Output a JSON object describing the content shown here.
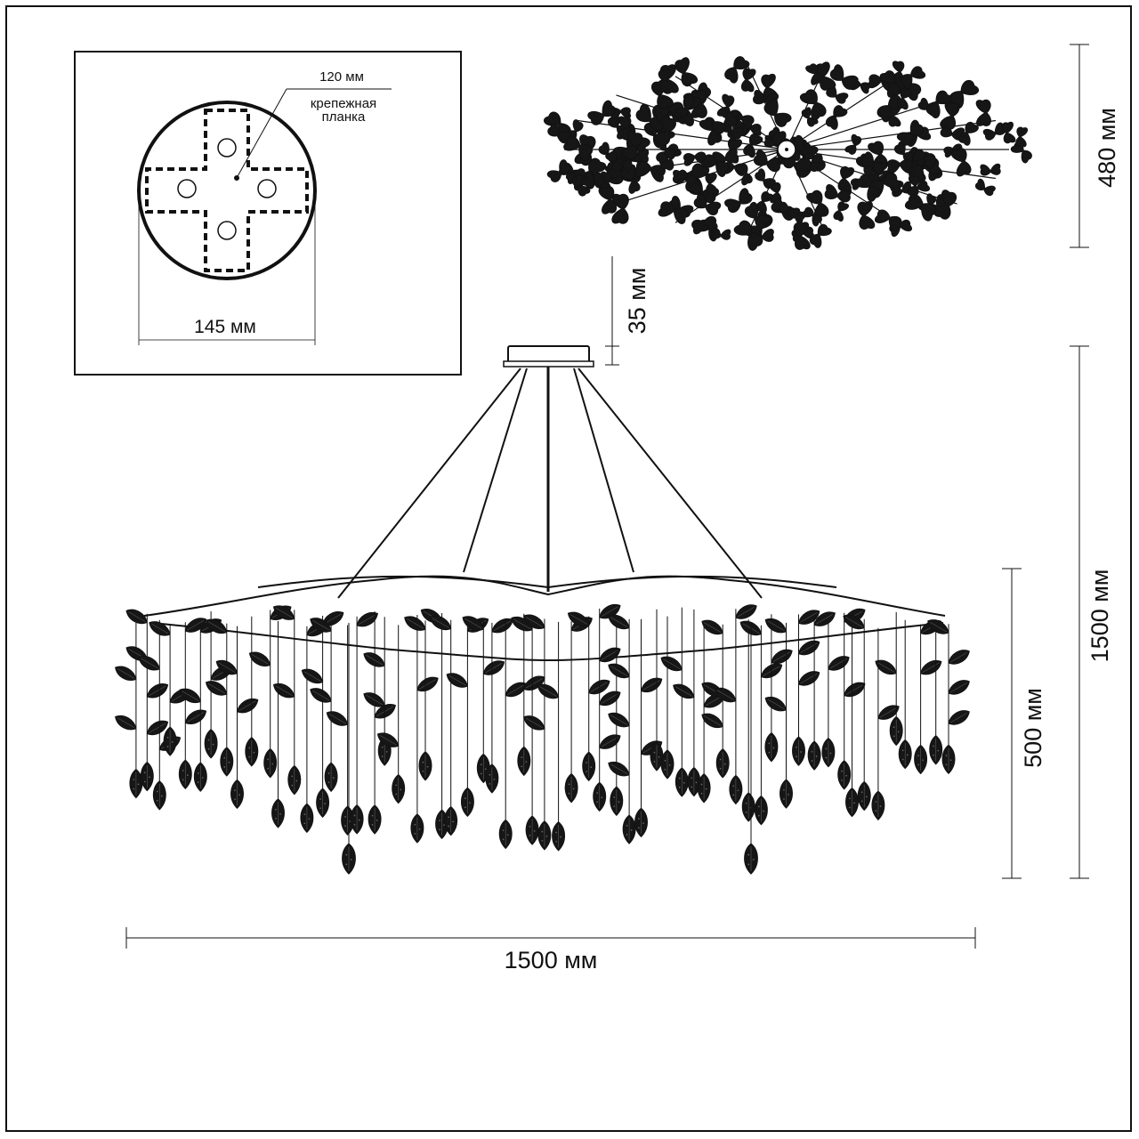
{
  "inset": {
    "plate_width_label": "145 мм",
    "bracket_label": "120 мм",
    "bracket_caption_line1": "крепежная",
    "bracket_caption_line2": "планка"
  },
  "top_view": {
    "depth_label": "480 мм"
  },
  "front_view": {
    "canopy_height_label": "35 мм",
    "total_height_label": "1500 мм",
    "body_height_label": "500 мм",
    "width_label": "1500 мм"
  },
  "colors": {
    "line": "#111111",
    "leaf_fill": "#161616",
    "background": "#ffffff"
  }
}
